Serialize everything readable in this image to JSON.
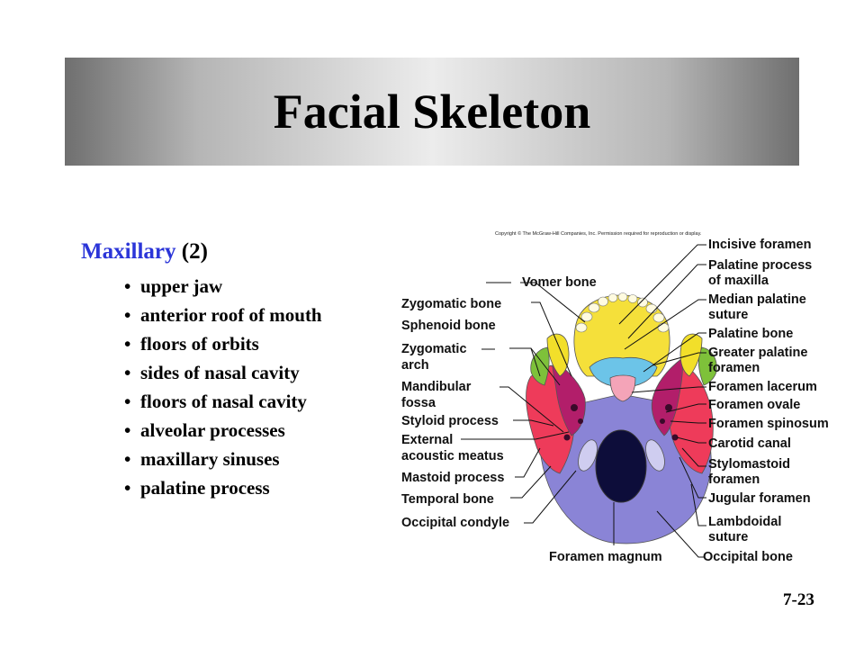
{
  "slide": {
    "title": "Facial Skeleton",
    "heading_colored": "Maxillary",
    "heading_rest": " (2)",
    "bullets": [
      "upper jaw",
      "anterior roof of mouth",
      "floors of orbits",
      "sides of nasal cavity",
      "floors of nasal cavity",
      "alveolar processes",
      "maxillary sinuses",
      "palatine process"
    ],
    "slide_number": "7-23"
  },
  "figure": {
    "copyright": "Copyright © The McGraw-Hill Companies, Inc. Permission required for reproduction or display.",
    "labels": {
      "incisive_foramen": "Incisive foramen",
      "palatine_process_1": "Palatine process",
      "palatine_process_2": "of maxilla",
      "median_palatine_1": "Median palatine",
      "median_palatine_2": "suture",
      "palatine_bone": "Palatine bone",
      "greater_palatine_1": "Greater palatine",
      "greater_palatine_2": "foramen",
      "foramen_lacerum": "Foramen lacerum",
      "foramen_ovale": "Foramen ovale",
      "foramen_spinosum": "Foramen spinosum",
      "carotid_canal": "Carotid canal",
      "stylomastoid_1": "Stylomastoid",
      "stylomastoid_2": "foramen",
      "jugular_foramen": "Jugular foramen",
      "lambdoidal_1": "Lambdoidal",
      "lambdoidal_2": "suture",
      "occipital_bone": "Occipital bone",
      "foramen_magnum": "Foramen magnum",
      "vomer_bone": "Vomer bone",
      "zygomatic_bone": "Zygomatic bone",
      "sphenoid_bone": "Sphenoid bone",
      "zygomatic_arch_1": "Zygomatic",
      "zygomatic_arch_2": "arch",
      "mandibular_fossa_1": "Mandibular",
      "mandibular_fossa_2": "fossa",
      "styloid_process": "Styloid process",
      "external_meatus_1": "External",
      "external_meatus_2": "acoustic meatus",
      "mastoid_process": "Mastoid process",
      "temporal_bone": "Temporal bone",
      "occipital_condyle": "Occipital condyle"
    }
  }
}
